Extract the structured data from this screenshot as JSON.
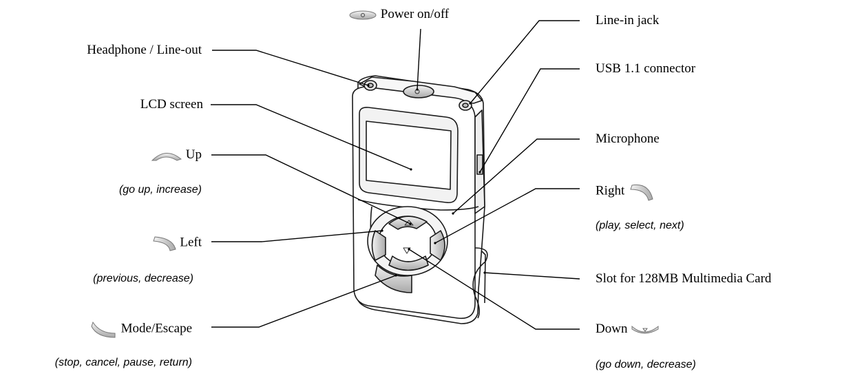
{
  "labels": {
    "power": "Power on/off",
    "headphone": "Headphone / Line-out",
    "line_in": "Line-in jack",
    "usb": "USB 1.1 connector",
    "lcd": "LCD screen",
    "microphone": "Microphone",
    "up": "Up",
    "up_desc": "(go up, increase)",
    "right": "Right",
    "right_desc": "(play, select, next)",
    "left": "Left",
    "left_desc": "(previous, decrease)",
    "slot": "Slot for 128MB Multimedia Card",
    "mode": "Mode/Escape",
    "mode_desc": "(stop, cancel, pause, return)",
    "down": "Down",
    "down_desc": "(go down, decrease)"
  },
  "colors": {
    "line": "#000000",
    "device_outline": "#1a1a1a",
    "button_gray": "#c8c8c8"
  }
}
